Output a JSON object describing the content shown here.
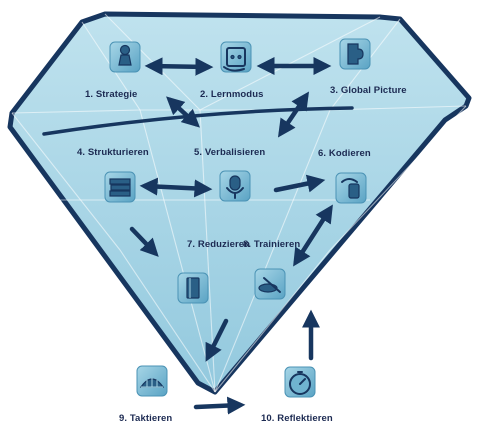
{
  "diagram": {
    "nodes": [
      {
        "id": "strategie",
        "label": "1. Strategie",
        "icon": "chess-pawn-icon"
      },
      {
        "id": "lernmodus",
        "label": "2. Lernmodus",
        "icon": "power-outlet-icon"
      },
      {
        "id": "global",
        "label": "3. Global Picture",
        "icon": "puzzle-icon"
      },
      {
        "id": "strukturieren",
        "label": "4. Strukturieren",
        "icon": "stacked-books-icon"
      },
      {
        "id": "verbalisieren",
        "label": "5. Verbalisieren",
        "icon": "microphone-icon"
      },
      {
        "id": "kodieren",
        "label": "6. Kodieren",
        "icon": "paint-brush-icon"
      },
      {
        "id": "reduzieren",
        "label": "7. Reduzieren",
        "icon": "single-book-icon"
      },
      {
        "id": "trainieren",
        "label": "8. Trainieren",
        "icon": "hammer-icon"
      },
      {
        "id": "taktieren",
        "label": "9. Taktieren",
        "icon": "stadium-icon"
      },
      {
        "id": "reflektieren",
        "label": "10. Reflektieren",
        "icon": "stopwatch-icon"
      }
    ],
    "edges": [
      {
        "from": "strategie",
        "to": "lernmodus",
        "type": "bidirectional"
      },
      {
        "from": "lernmodus",
        "to": "global",
        "type": "bidirectional"
      },
      {
        "from": "strategie",
        "to": "verbalisieren",
        "type": "bidirectional"
      },
      {
        "from": "global",
        "to": "verbalisieren",
        "type": "bidirectional"
      },
      {
        "from": "strukturieren",
        "to": "verbalisieren",
        "type": "bidirectional"
      },
      {
        "from": "verbalisieren",
        "to": "kodieren",
        "type": "directed"
      },
      {
        "from": "strukturieren",
        "to": "reduzieren",
        "type": "directed"
      },
      {
        "from": "kodieren",
        "to": "trainieren",
        "type": "bidirectional"
      },
      {
        "from": "reduzieren",
        "to": "taktieren",
        "type": "directed"
      },
      {
        "from": "taktieren",
        "to": "reflektieren",
        "type": "directed"
      },
      {
        "from": "reflektieren",
        "to": "trainieren",
        "type": "directed"
      }
    ],
    "colors": {
      "gem_fill": "#a9d6e6",
      "gem_light": "#c9e7f1",
      "outline": "#17365f",
      "tile": "#7fbfd8",
      "tile_dark": "#4b93b5",
      "arrow": "#17365f",
      "label": "#1c2a52"
    }
  }
}
